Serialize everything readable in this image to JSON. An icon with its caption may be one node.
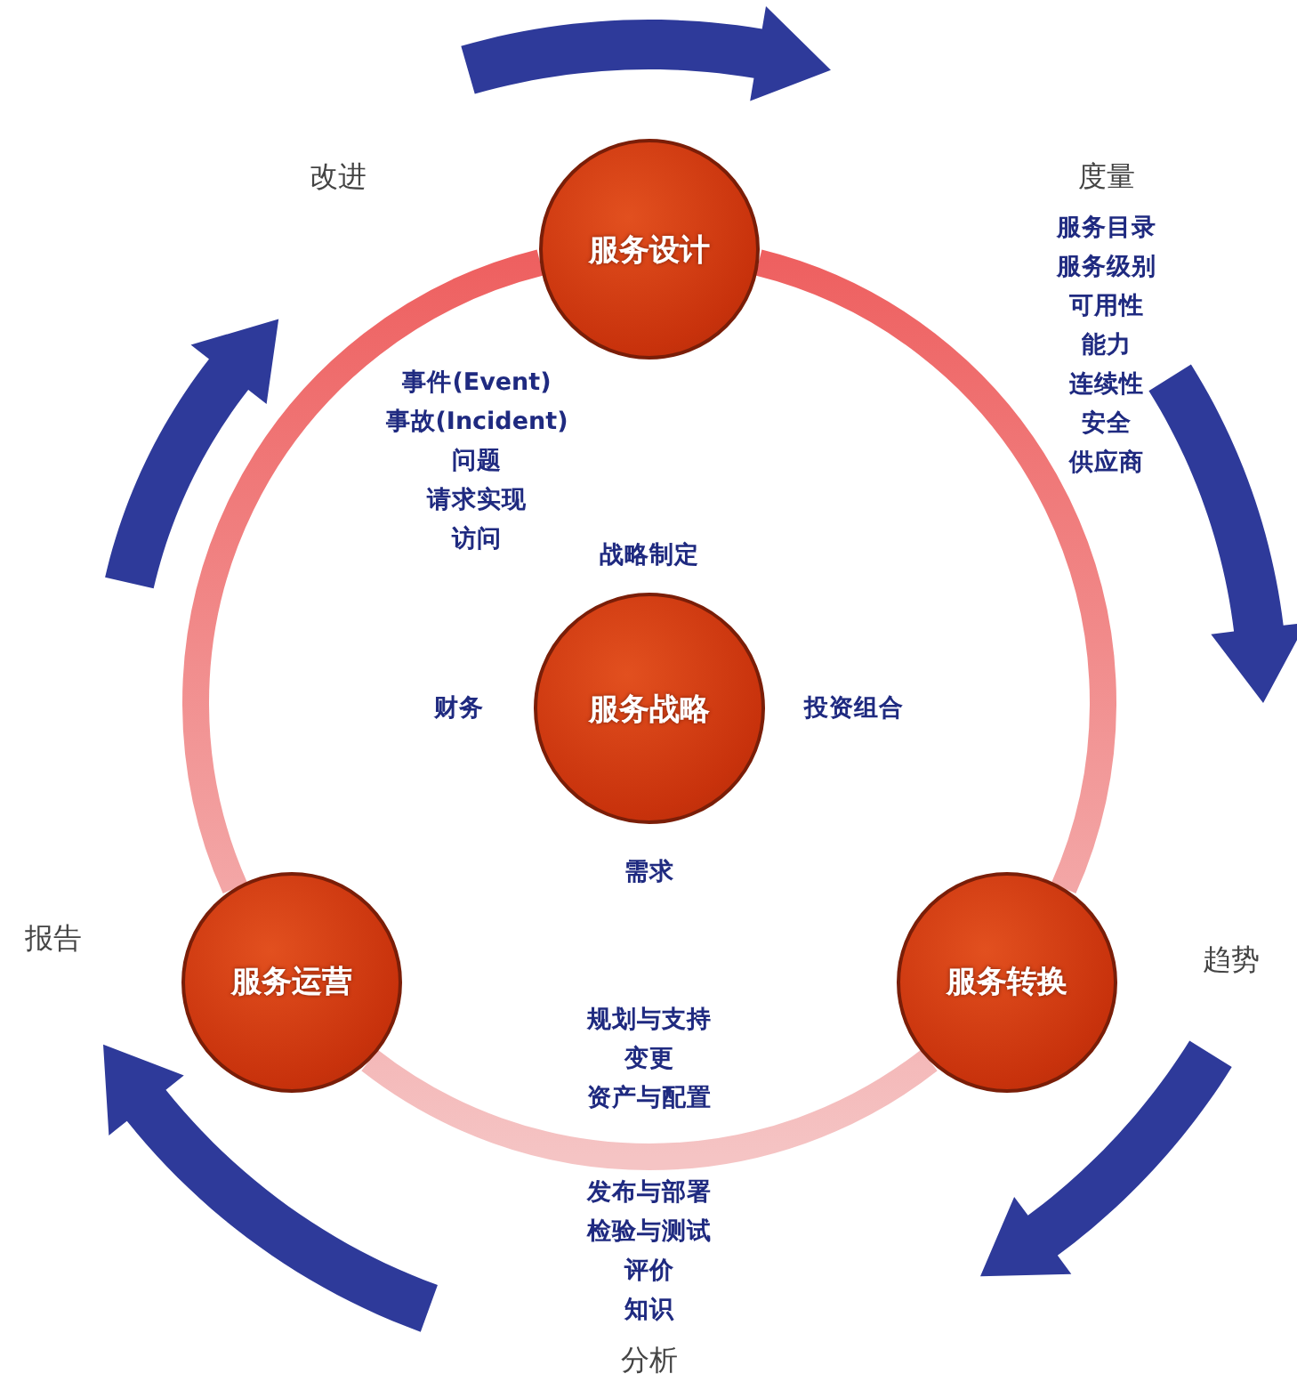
{
  "diagram": {
    "nodes": [
      {
        "text": [
          "服务设计"
        ]
      },
      {
        "text": [
          "服务战略"
        ]
      },
      {
        "text": [
          "服务运营"
        ]
      },
      {
        "text": [
          "服务转换"
        ]
      }
    ],
    "edges": [
      {
        "from": 0,
        "to": 3,
        "arrow": "none"
      },
      {
        "from": 3,
        "to": 2,
        "arrow": "none"
      },
      {
        "from": 2,
        "to": 0,
        "arrow": "none"
      }
    ],
    "labels": [
      "改进",
      "度量",
      "事件(Event)",
      "事故(Incident)",
      "问题",
      "请求实现",
      "访问",
      "服务目录",
      "服务级别",
      "可用性",
      "能力",
      "连续性",
      "安全",
      "供应商",
      "战略制定",
      "财务",
      "投资组合",
      "需求",
      "报告",
      "趋势",
      "规划与支持",
      "变更",
      "资产与配置",
      "发布与部署",
      "检验与测试",
      "评价",
      "知识",
      "分析"
    ]
  }
}
